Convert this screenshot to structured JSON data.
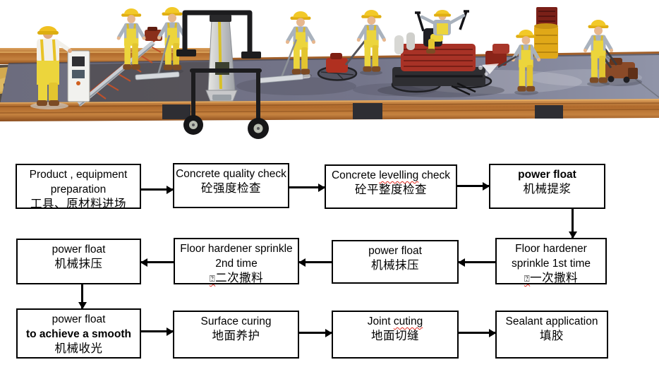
{
  "illustration": {
    "alt": "Illustration of concrete floor construction: workers in yellow overalls and hard hats screeding fresh concrete with a truss screed, smoothing with bull floats, operating walk-behind and ride-on power trowels, spraying curing compound beside a yellow drum, and cutting joints with a floor saw, all on a grey slab edged by wooden forms."
  },
  "colors": {
    "box_border": "#000000",
    "spellcheck_underline": "#e02a20",
    "slab_grey": "#73748a",
    "form_wood": "#b06a2c",
    "worker_yellow": "#ecd53c",
    "hardhat_yellow": "#f2c928"
  },
  "flowchart": {
    "steps": {
      "r1c1": {
        "l1": "Product , equipment",
        "l2": "preparation",
        "l3": "工具、原材料进场"
      },
      "r1c2": {
        "l1": "Concrete quality check",
        "l2": "砼强度检查"
      },
      "r1c3": {
        "pre": "Concrete ",
        "wavy": "levelling",
        "post": " check",
        "l2": "砼平整度检查"
      },
      "r1c4": {
        "l1": "power float",
        "l2": "机械提浆"
      },
      "r2c4": {
        "l1": "Floor hardener",
        "l2": "sprinkle 1st time",
        "glyph": "⍰",
        "l3": "一次撒料"
      },
      "r2c3": {
        "l1": "power float",
        "l2": "机械抹压"
      },
      "r2c2": {
        "l1": "Floor hardener sprinkle",
        "l2": "2nd time",
        "glyph": "⍰",
        "l3": "二次撒料"
      },
      "r2c1": {
        "l1": "power float",
        "l2": "机械抹压"
      },
      "r3c1": {
        "l1": "power float",
        "l2": "to achieve a smooth",
        "l3": "机械收光"
      },
      "r3c2": {
        "l1": "Surface curing",
        "l2": "地面养护"
      },
      "r3c3": {
        "pre": "Joint ",
        "wavy": "cuting",
        "l2": "地面切缝"
      },
      "r3c4": {
        "l1": "Sealant application",
        "l2": "填胶"
      }
    }
  }
}
